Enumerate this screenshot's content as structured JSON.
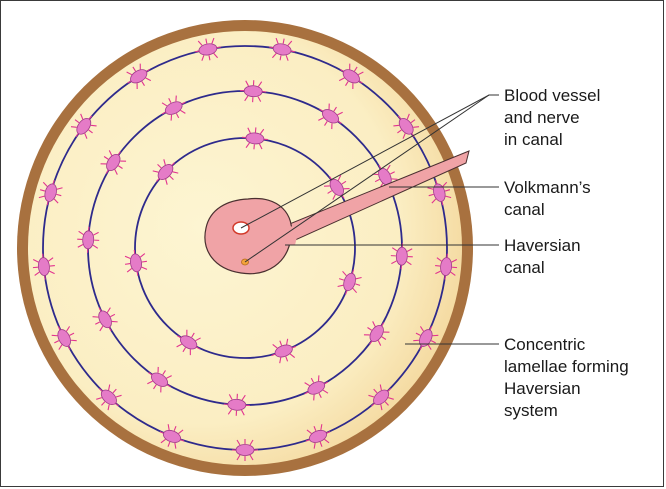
{
  "diagram": {
    "labels": {
      "blood_vessel": [
        "Blood vessel",
        "and nerve",
        "in canal"
      ],
      "volkmann": [
        "Volkmann’s",
        "canal"
      ],
      "haversian": [
        "Haversian",
        "canal"
      ],
      "lamellae": [
        "Concentric",
        "lamellae forming",
        "Haversian",
        "system"
      ]
    },
    "colors": {
      "outer_ring": "#a8713f",
      "bone_matrix": "#fbedc0",
      "lamella_line": "#2e2a8c",
      "canal_fill": "#f0a3a6",
      "canal_stroke": "#4a3030",
      "osteocyte_fill": "#e57bc7",
      "osteocyte_stroke": "#a03a8a",
      "canaliculi": "#e2338f",
      "blood_vessel": "#ffffff",
      "nerve": "#f2a33a"
    },
    "lamellae_count": 3,
    "osteocytes_per_ring": [
      7,
      12,
      17
    ]
  }
}
